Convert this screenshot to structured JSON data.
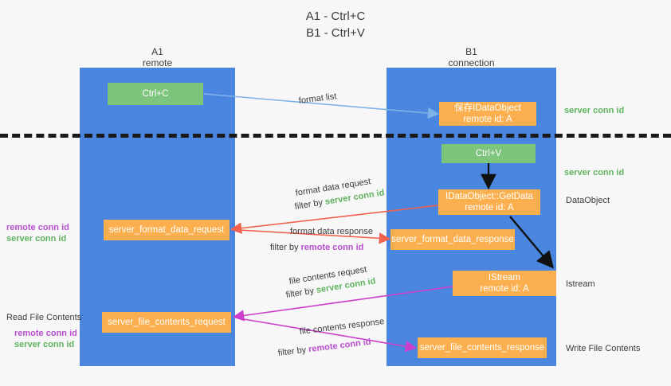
{
  "title": {
    "line1": "A1 - Ctrl+C",
    "line2": "B1 - Ctrl+V"
  },
  "columns": [
    {
      "name": "A1",
      "sub": "remote"
    },
    {
      "name": "B1",
      "sub": "connection"
    }
  ],
  "nodes": {
    "ctrl_c": {
      "label": "Ctrl+C"
    },
    "save_dataobject": {
      "line1": "保存IDataObject",
      "line2": "remote id: A"
    },
    "ctrl_v": {
      "label": "Ctrl+V"
    },
    "getdata": {
      "line1": "IDataObject::GetData",
      "line2": "remote id: A"
    },
    "istream": {
      "line1": "IStream",
      "line2": "remote id: A"
    },
    "server_format_data_request": {
      "label": "server_format_data_request"
    },
    "server_format_data_response": {
      "label": "server_format_data_response"
    },
    "server_file_contents_request": {
      "label": "server_file_contents_request"
    },
    "server_file_contents_response": {
      "label": "server_file_contents_response"
    }
  },
  "edge_labels": {
    "format_list": "format list",
    "format_data_request": "format data request",
    "format_data_request_filter_prefix": "filter by ",
    "format_data_request_filter_value": "server conn id",
    "format_data_response": "format data response",
    "format_data_response_filter_prefix": "filter by ",
    "format_data_response_filter_value": "remote conn id",
    "file_contents_request": "file contents request",
    "file_contents_request_filter_prefix": "filter by ",
    "file_contents_request_filter_value": "server conn id",
    "file_contents_response": "file contents response",
    "file_contents_response_filter_prefix": "filter by ",
    "file_contents_response_filter_value": "remote conn id"
  },
  "annotations": {
    "right_server_conn_id_top": "server conn id",
    "right_server_conn_id_mid": "server conn id",
    "dataobject": "DataObject",
    "istream": "Istream",
    "write_file_contents": "Write File Contents",
    "read_file_contents": "Read File Contents",
    "left_remote_conn_id_1": "remote conn id",
    "left_server_conn_id_1": "server conn id",
    "left_remote_conn_id_2": "remote conn id",
    "left_server_conn_id_2": "server conn id"
  },
  "colors": {
    "lane": "#4a86e0",
    "green_node": "#7dc47d",
    "orange_node": "#fcaf4e",
    "green_text": "#5fb35f",
    "purple_text": "#b84fcf",
    "blue_arrow": "#7fb3e8",
    "red_arrow": "#f0604d",
    "magenta_arrow": "#cc3fcc",
    "black_arrow": "#111111",
    "background": "#f7f7f7"
  }
}
